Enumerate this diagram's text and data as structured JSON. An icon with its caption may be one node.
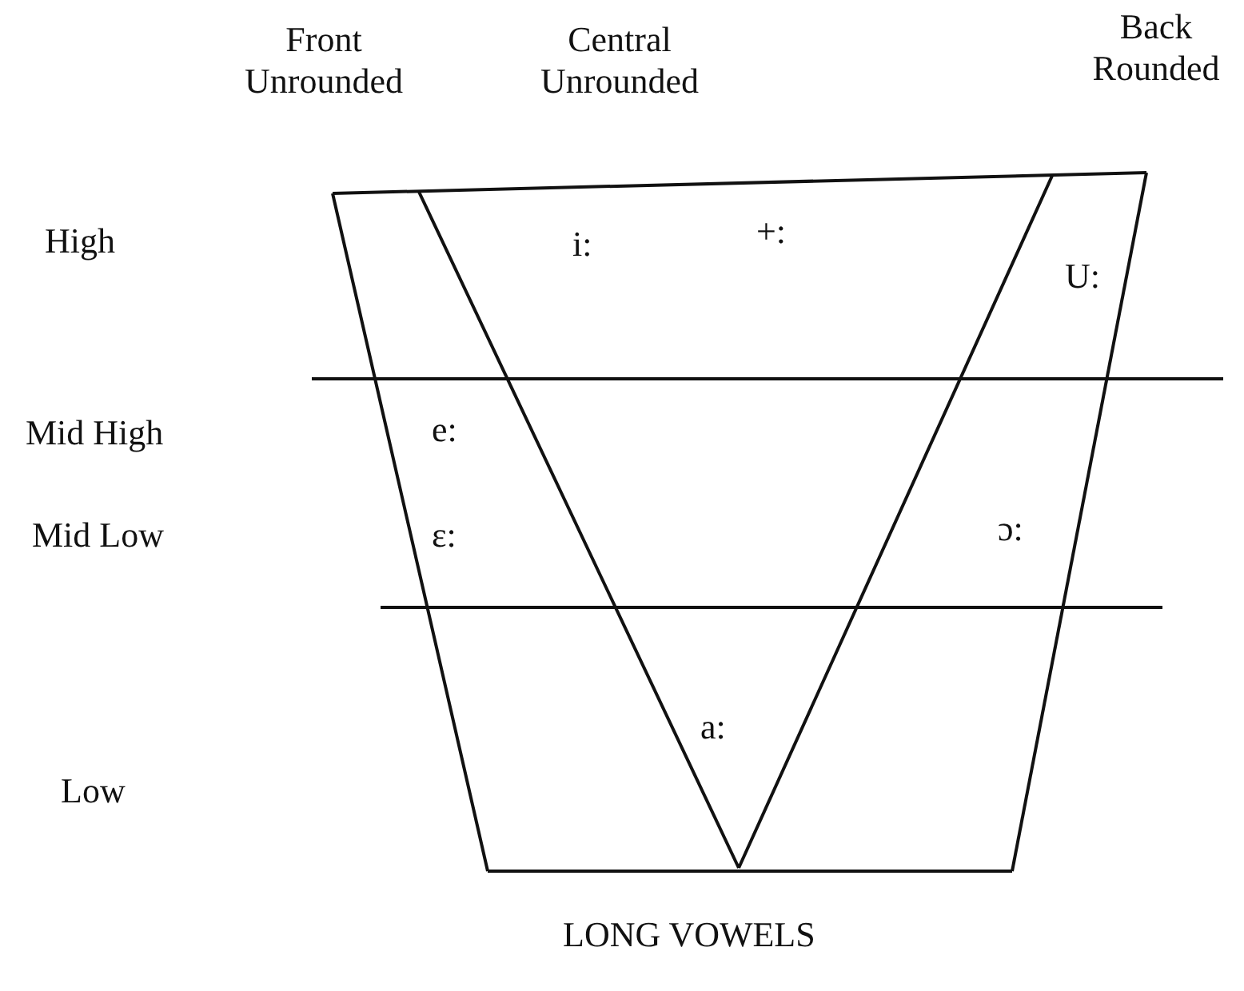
{
  "diagram": {
    "caption": "LONG VOWELS",
    "labels": [
      "Front Unrounded",
      "Central Unrounded",
      "Back Rounded",
      "High",
      "i:",
      "+:",
      "U:",
      "Mid High",
      "e:",
      "Mid Low",
      "ε:",
      "ɔ:",
      "a:",
      "Low"
    ]
  }
}
